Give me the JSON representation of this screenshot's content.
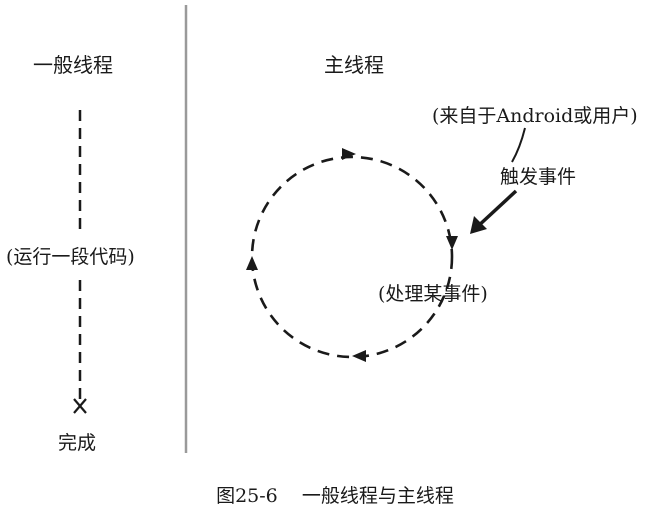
{
  "labels": {
    "general_thread": "一般线程",
    "main_thread": "主线程",
    "running_code": "(运行一段代码)",
    "completed": "完成",
    "event_source": "(来自于Android或用户)",
    "trigger_event": "触发事件",
    "handle_event": "(处理某事件)"
  },
  "caption": "图25-6    一般线程与主线程",
  "colors": {
    "ink": "#1a1a1a",
    "divider": "#9a9a9a",
    "background": "#ffffff"
  }
}
